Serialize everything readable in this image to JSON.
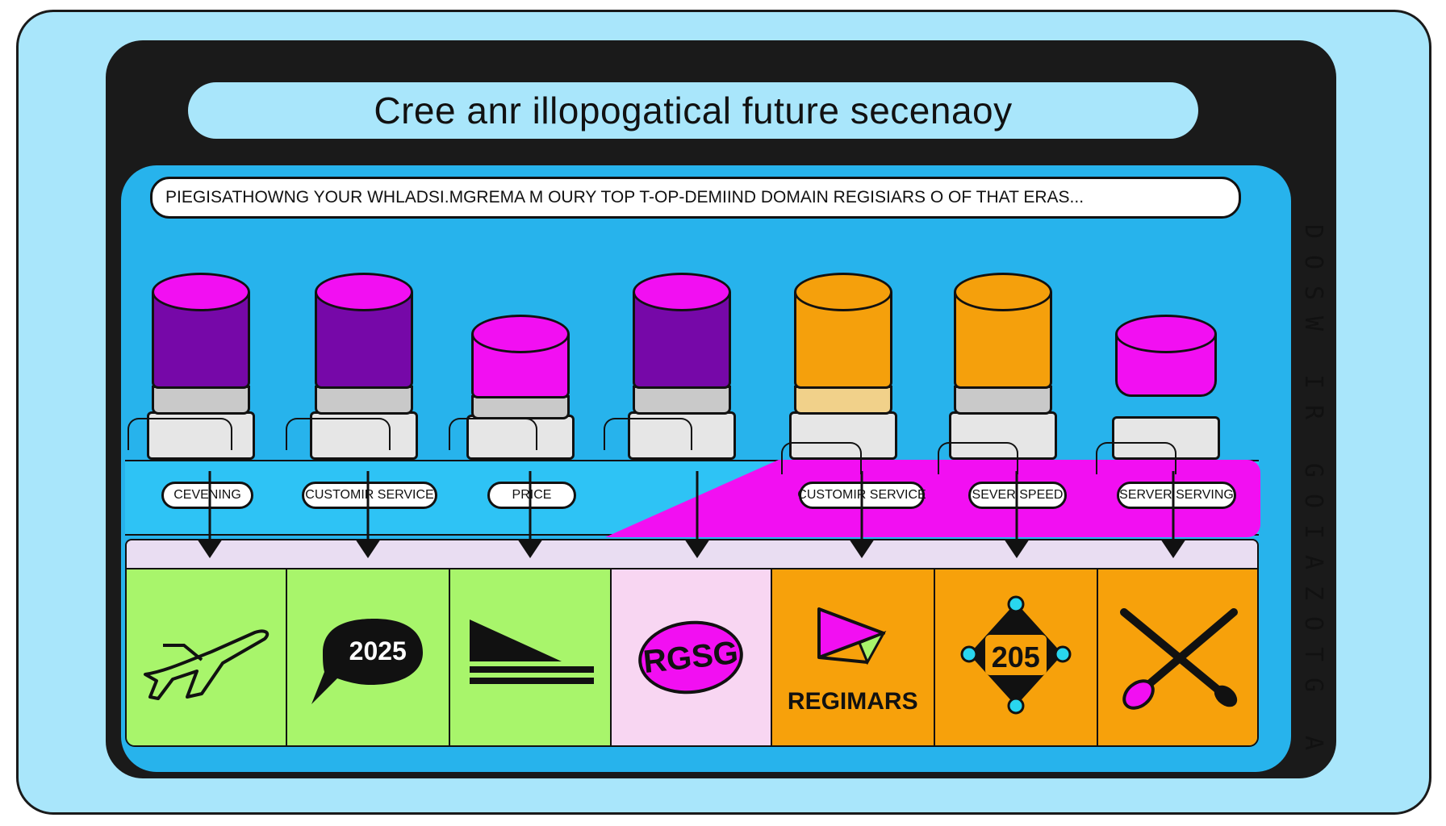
{
  "title": "Cree anr illopogatical future secenaoy",
  "subtitle": "PIEGISATHOWNG YOUR WHLADSI.MGREMA M OURY TOP T-OP-DEMIIND DOMAIN REGISIARS O OF THAT ERAS...",
  "side_text": [
    "D",
    "O",
    "S",
    "W",
    "",
    "I",
    "R",
    "",
    "G",
    "O",
    "I",
    "A",
    "Z",
    "O",
    "T",
    "G",
    "",
    "A"
  ],
  "columns": [
    {
      "label": "CEVENING",
      "cylinder_color": "#7608a8",
      "cell_color": "#a8f56b",
      "icon": "airplane-icon"
    },
    {
      "label": "CUSTOMIR SERVICE",
      "cylinder_color": "#7608a8",
      "cell_color": "#a8f56b",
      "icon": "speech-bubble-icon",
      "icon_text": "2025"
    },
    {
      "label": "PRICE",
      "cylinder_color": "#f20ff2",
      "cell_color": "#a8f56b",
      "icon": "ramp-chart-icon"
    },
    {
      "label": "",
      "cylinder_color": "#7608a8",
      "cell_color": "#f8d6f2",
      "icon": "rgsg-badge-icon",
      "icon_text": "RGSG"
    },
    {
      "label": "CUSTOMIR SERVICE",
      "cylinder_color": "#f5a00c",
      "cell_color": "#f7a10b",
      "icon": "flag-icon",
      "icon_text": "REGIMARS"
    },
    {
      "label": "SEVER SPEED",
      "cylinder_color": "#f5a00c",
      "cell_color": "#f7a10b",
      "icon": "diamond-network-icon",
      "icon_text": "205"
    },
    {
      "label": "SERVER SERVING",
      "cylinder_color": "#f20ff2",
      "cell_color": "#f7a10b",
      "icon": "crossed-tools-icon"
    }
  ],
  "colors": {
    "frame": "#1a1a1a",
    "panel_light": "#a9e6fb",
    "panel_blue": "#27b3ec",
    "magenta": "#f20ff2",
    "purple": "#7608a8",
    "orange": "#f7a10b",
    "green": "#a8f56b"
  }
}
